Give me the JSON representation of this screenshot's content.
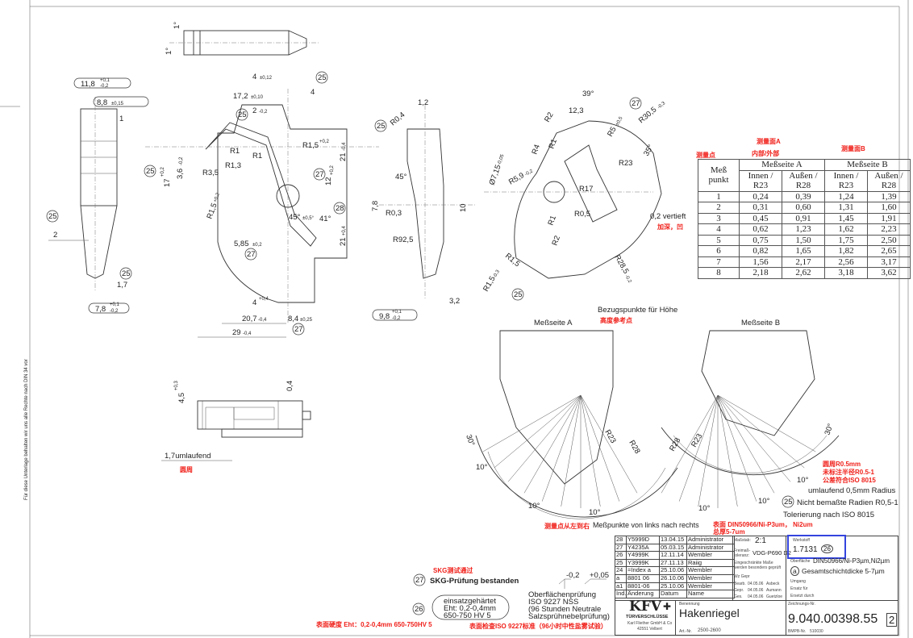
{
  "side_note": "Für diese Unterlage behalten wir uns alle Rechte nach DIN 34 vor",
  "circled": {
    "n25": "25",
    "n26": "26",
    "n27": "27",
    "n28": "28"
  },
  "dims": {
    "top_angle_1": "1°",
    "top_angle_2": "1°",
    "d_11_8": "11,8",
    "d_11_8_tol_up": "+0,1",
    "d_11_8_tol_dn": "-0,2",
    "d_8_8": "8,8",
    "d_8_8_tol": "±0,15",
    "d_1": "1",
    "d_2": "2",
    "d_1_7": "1,7",
    "d_7_8": "7,8",
    "d_7_8_tol_up": "+0,1",
    "d_7_8_tol_dn": "-0,2",
    "d_4_top": "4",
    "d_4_top_tol": "±0,12",
    "d_17_2": "17,2",
    "d_17_2_tol": "±0,10",
    "d_2_02": "2",
    "d_2_02_tol": "-0,2",
    "d_4_b": "4",
    "d_17": "17",
    "d_17_tol": "+0,2",
    "d_3_6": "3,6",
    "d_3_6_tol": "-0,2",
    "r3_5": "R3,5",
    "r1_5a": "R1,5",
    "r1_5a_tol": "+0,2",
    "r1_3": "R1,3",
    "r1a": "R1",
    "r1b": "R1",
    "r1_5b": "R1,5",
    "r1_5b_tol": "+0,2",
    "d_12": "12",
    "d_12_tol": "+0,2",
    "d_21a": "21",
    "d_21a_tol": "-0,4",
    "a_45": "45°",
    "a_45_tol": "±0,5°",
    "a_41": "41°",
    "d_21b": "21",
    "d_21b_tol": "+0,4",
    "d_5_85": "5,85",
    "d_5_85_tol": "±0,2",
    "d_4_c": "4",
    "d_4_c_tol": "+0,4",
    "d_20_7": "20,7",
    "d_20_7_tol": "-0,4",
    "d_8_4": "8,4",
    "d_8_4_tol": "±0,25",
    "d_29": "29",
    "d_29_tol": "-0,4",
    "d_1_2": "1,2",
    "r0_4": "R0,4",
    "a_45b": "45°",
    "d_7_8b": "7,8",
    "r0_3": "R0,3",
    "d_10": "10",
    "r92_5": "R92,5",
    "d_3_2": "3,2",
    "d_9_8": "9,8",
    "d_9_8_tol_up": "+0,1",
    "d_9_8_tol_dn": "-0,2",
    "a_39": "39°",
    "d_12_3": "12,3",
    "r2a": "R2",
    "r5": "R5",
    "r5_tol": "±0,5",
    "r30_5": "R30,5",
    "r30_5_tol": "-0,3",
    "a_35": "35°",
    "r4": "R4",
    "r1c": "R1",
    "r23": "R23",
    "r5_9": "R5,9",
    "r5_9_tol": "-0,2",
    "dia_7_15": "Ø7,15",
    "dia_7_15_tol": "-0,05",
    "r17": "R17",
    "r0_5": "R0,5",
    "r1d": "R1",
    "r2b": "R2",
    "r1_5c": "R1,5",
    "r28_5": "R28,5",
    "r28_5_tol": "-0,2",
    "r1_5d": "R1,5",
    "r1_5d_tol": "-0,3",
    "vertieft": "0,2 vertieft",
    "vertieft_cn": "加深，凹",
    "d_4_5": "4,5",
    "d_4_5_tol": "+0,3",
    "d_0_4": "0,4",
    "umlaufend": "1,7umlaufend",
    "umlaufend_cn": "圆周"
  },
  "measure_table": {
    "label_cn_point": "测量点",
    "label_cn_a": "测量面A",
    "label_cn_inout": "内部/外部",
    "label_cn_b": "测量面B",
    "col_point": "Meß punkt",
    "side_a": "Meßseite A",
    "side_b": "Meßseite B",
    "sub": [
      "Innen / R23",
      "Außen / R28",
      "Innen / R23",
      "Außen / R28"
    ],
    "rows": [
      [
        "1",
        "0,24",
        "0,39",
        "1,24",
        "1,39"
      ],
      [
        "2",
        "0,31",
        "0,60",
        "1,31",
        "1,60"
      ],
      [
        "3",
        "0,45",
        "0,91",
        "1,45",
        "1,91"
      ],
      [
        "4",
        "0,62",
        "1,23",
        "1,62",
        "2,23"
      ],
      [
        "5",
        "0,75",
        "1,50",
        "1,75",
        "2,50"
      ],
      [
        "6",
        "0,82",
        "1,65",
        "1,82",
        "2,65"
      ],
      [
        "7",
        "1,56",
        "2,17",
        "2,56",
        "3,17"
      ],
      [
        "8",
        "2,18",
        "2,62",
        "3,18",
        "3,62"
      ]
    ]
  },
  "measure_views": {
    "ref_points": "Bezugspunkte für Höhe",
    "ref_points_cn": "高度参考点",
    "side_a": "Meßseite A",
    "side_b": "Meßseite B",
    "angle_30a": "30°",
    "angle_30b": "30°",
    "angle_10": "10°",
    "r23a": "R23",
    "r28a": "R28",
    "r23b": "R23",
    "r28b": "R28",
    "order": "Meßpunkte von links nach rechts",
    "order_cn": "测量点从左到右"
  },
  "notes": {
    "radius_cn_1": "圆周R0.5mm",
    "radius_cn_2": "未标注半径R0.5-1",
    "radius_cn_3": "公差符合ISO 8015",
    "umlaufend_radius": "umlaufend 0,5mm Radius",
    "unspecified_radii": "Nicht bemaßte Radien R0,5-1",
    "tolerance": "Tolerierung nach ISO 8015",
    "surface_cn_1": "表面 DIN50966/Ni-P3um， Ni2um",
    "surface_cn_2": "总厚5-7um",
    "skg_cn": "SKG测试通过",
    "skg": "SKG-Prüfung bestanden",
    "hardening_1": "einsatzgehärtet",
    "hardening_2": "Eht: 0,2-0,4mm",
    "hardening_3": "650-750 HV 5",
    "hardening_cn": "表面硬度 Eht：0,2-0,4mm 650-750HV 5",
    "tol_minus": "-0,2",
    "tol_plus": "+0,05",
    "surface_test_1": "Oberflächenprüfung",
    "surface_test_2": "ISO 9227 NSS",
    "surface_test_3": "(96 Stunden Neutrale",
    "surface_test_4": "Salzsprühnebelprüfung)",
    "surface_test_cn": "表面检查ISO 9227标准（96小时中性盐雾试验）"
  },
  "title_block": {
    "revisions": [
      [
        "28",
        "Y5999D",
        "13.04.15",
        "Administrator"
      ],
      [
        "27",
        "Y4235A",
        "05.03.15",
        "Administrator"
      ],
      [
        "26",
        "Y4999K",
        "12.11.14",
        "Wembler"
      ],
      [
        "25",
        "Y3999K",
        "27.11.13",
        "Raiig"
      ],
      [
        "24",
        "=Index a",
        "25.10.06",
        "Wembler"
      ],
      [
        "a",
        "8801 06",
        "26.10.06",
        "Wembler"
      ],
      [
        "a1",
        "8801-06",
        "25.10.06",
        "Wembler"
      ]
    ],
    "rev_header": [
      "Ind.",
      "Änderung",
      "Datum",
      "Name"
    ],
    "scale_label": "Maßstab:",
    "scale": "2:1",
    "tolerance_label": "Freimaß-toleranz:",
    "tolerance": "VDG-P690 D2",
    "checked_label": "Eingeschränkte Maße werden besonders geprüft",
    "wz_label": "Wz Gepr",
    "bearb_label": "Bearb.",
    "bearb_date": "04.05.06",
    "bearb_name": "Asbeck",
    "gepr_label": "Gepr.",
    "gepr_date": "04.05.06",
    "gepr_name": "Aumann",
    "ges_label": "Ges.",
    "ges_date": "04.05.06",
    "ges_name": "Guetzloe",
    "material_label": "Werkstoff",
    "material": "1.7131",
    "surface_label": "Oberfläche",
    "surface": "DIN50966/Ni-P3µm,Ni2µm",
    "surface_2": "Gesamtschichtdicke 5-7µm",
    "surface_symbol": "a",
    "umgang_label": "Umgang",
    "ersatz_label": "Ersatz für",
    "ersetzt_label": "Ersetzt durch",
    "logo": "KFV",
    "logo_sub": "TÜRVERSCHLÜSSE",
    "company": "Karl Fliether GmbH & Co",
    "city": "42551 Velbert",
    "name_label": "Benennung",
    "name": "Hakenriegel",
    "art_label": "Art.-Nr.",
    "art": "2500-2600",
    "drawing_label": "Zeichnungs-Nr.",
    "drawing_no": "9.040.00398.55",
    "sheet": "2",
    "bmpb_label": "BMPB-Nr.",
    "bmpb": "510030",
    "highlight_color": "#3344dd"
  }
}
